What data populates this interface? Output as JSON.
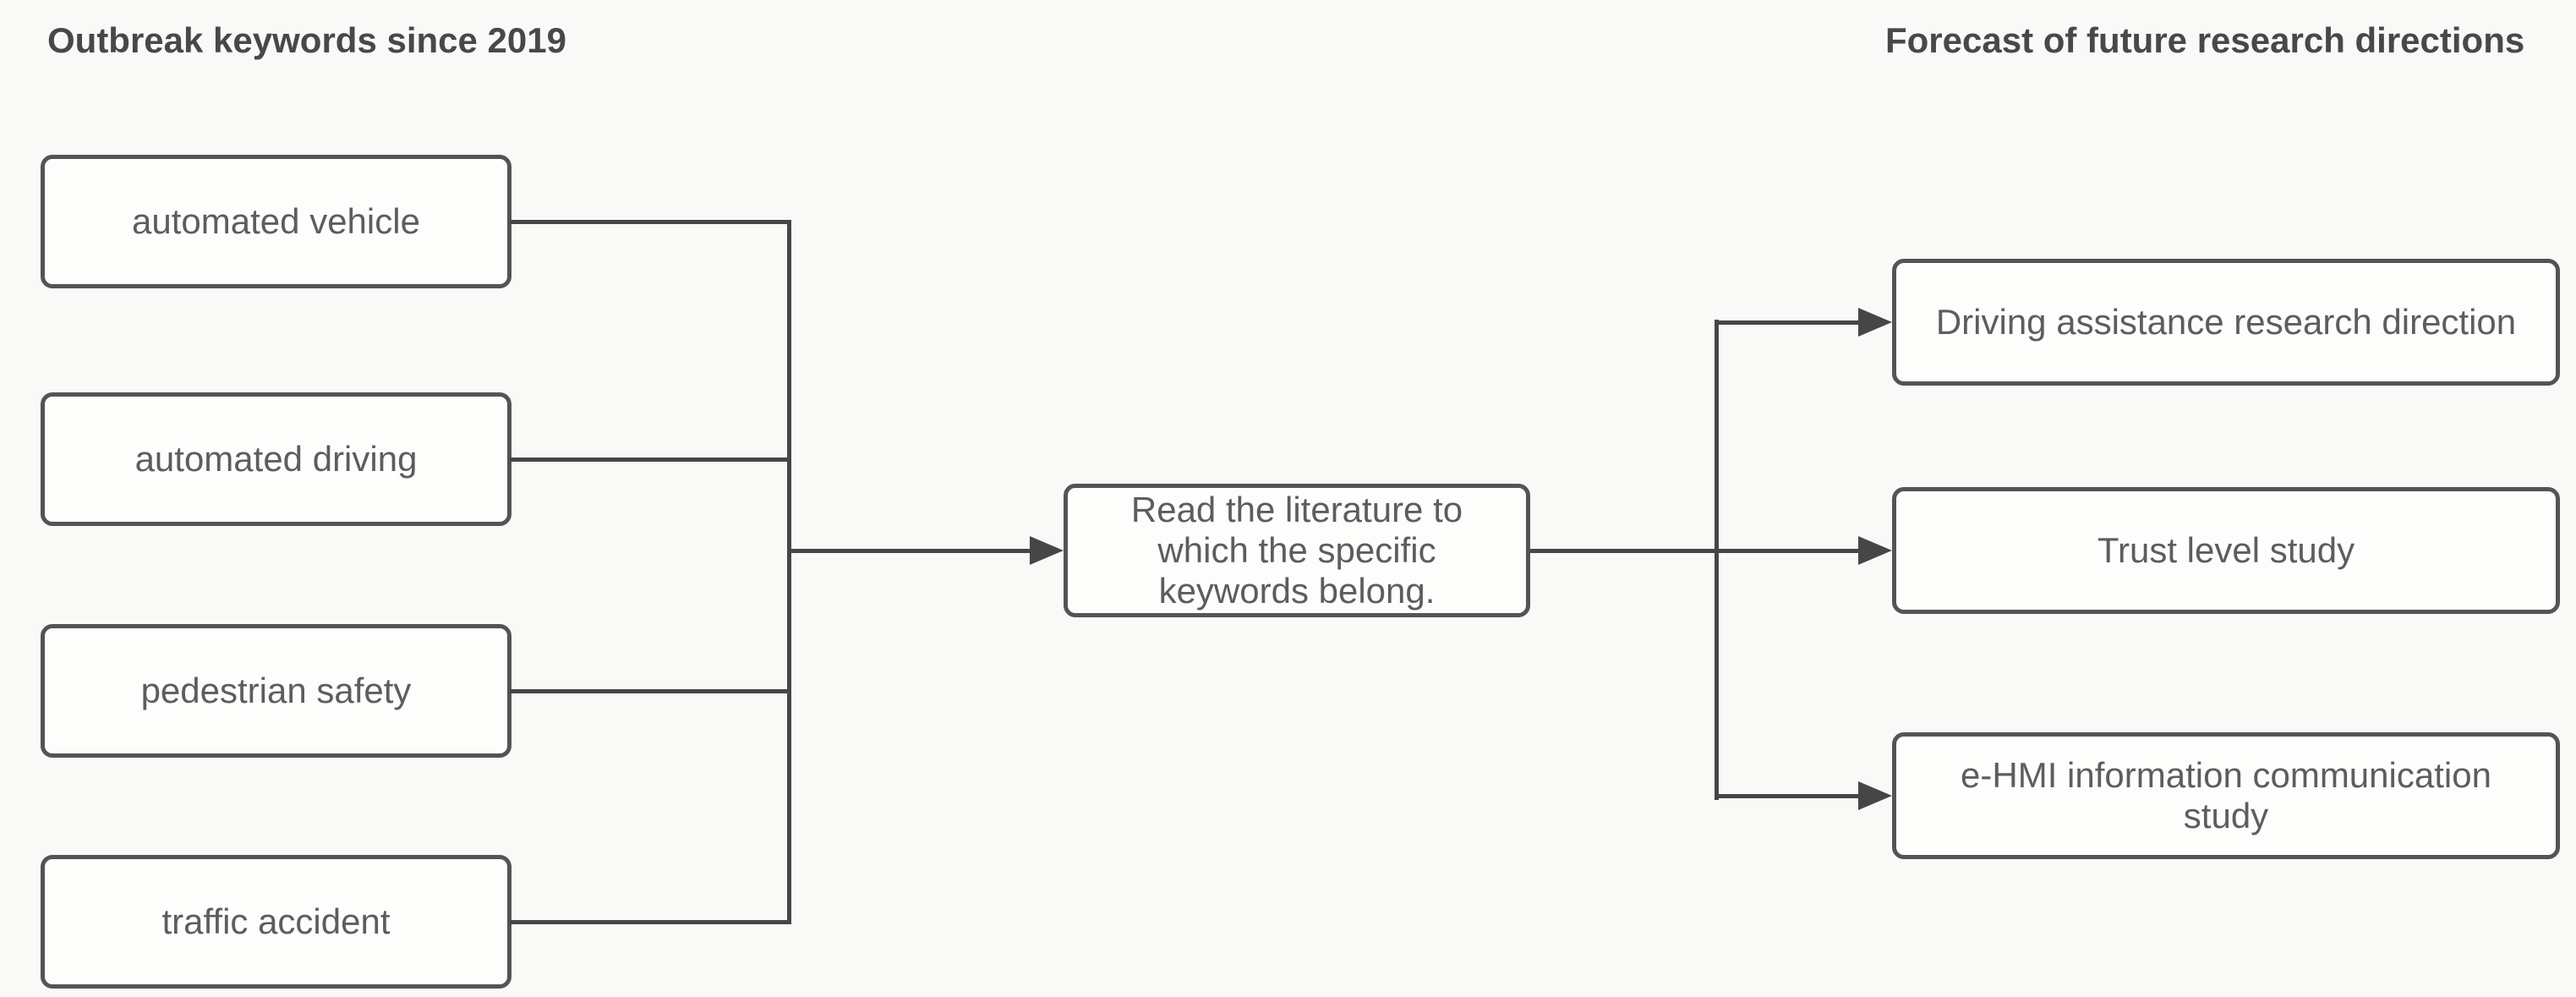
{
  "headings": {
    "left": "Outbreak keywords since 2019",
    "right": "Forecast of future research directions"
  },
  "keyword_boxes": [
    {
      "label": "automated vehicle"
    },
    {
      "label": "automated driving"
    },
    {
      "label": "pedestrian safety"
    },
    {
      "label": "traffic accident"
    }
  ],
  "process_box": {
    "label": "Read the literature to which the specific keywords belong."
  },
  "direction_boxes": [
    {
      "label": "Driving assistance research direction"
    },
    {
      "label": "Trust level study"
    },
    {
      "label": "e-HMI information communication study"
    }
  ],
  "colors": {
    "background": "#f9f9f8",
    "box_fill": "#fdfdfc",
    "box_border": "#545454",
    "connector": "#464646",
    "box_text": "#5d5d5d",
    "heading_text": "#484848"
  }
}
